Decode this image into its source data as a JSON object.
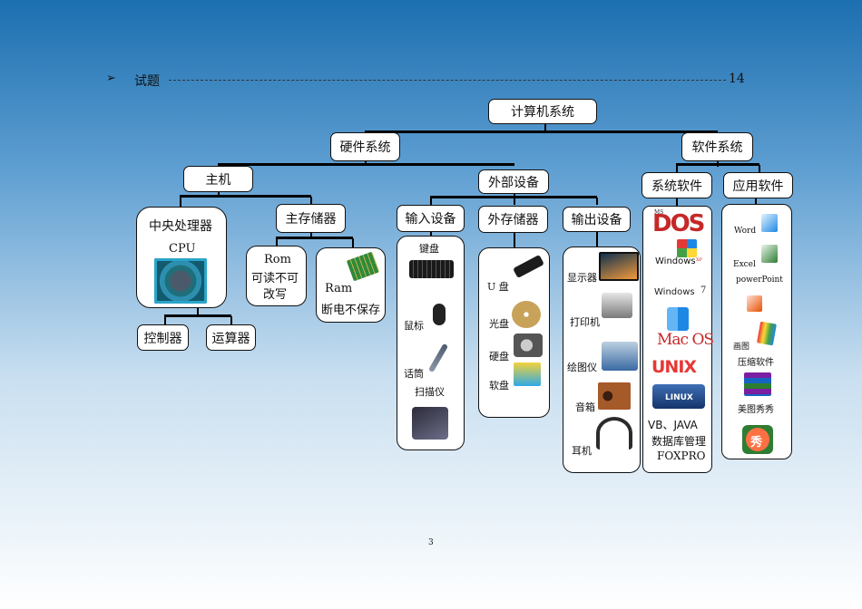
{
  "header": {
    "bullet": "➢",
    "label": "试题",
    "page_ref": "14"
  },
  "tree": {
    "root": "计算机系统",
    "hardware": "硬件系统",
    "software": "软件系统",
    "host": "主机",
    "peripherals": "外部设备",
    "system_software": "系统软件",
    "app_software": "应用软件",
    "cpu_box": {
      "title": "中央处理器",
      "sub": "CPU"
    },
    "main_memory": "主存储器",
    "controller": "控制器",
    "alu": "运算器",
    "rom": {
      "name": "Rom",
      "desc_1": "可读不可",
      "desc_2": "改写"
    },
    "ram": {
      "name": "Ram",
      "desc": "断电不保存"
    },
    "input_devices": {
      "title": "输入设备",
      "items": [
        "键盘",
        "鼠标",
        "话筒",
        "扫描仪"
      ]
    },
    "external_storage": {
      "title": "外存储器",
      "items": [
        "U 盘",
        "光盘",
        "硬盘",
        "软盘"
      ]
    },
    "output_devices": {
      "title": "输出设备",
      "items": [
        "显示器",
        "打印机",
        "绘图仪",
        "音箱",
        "耳机"
      ]
    },
    "system_list": {
      "logos": [
        "MS",
        "DOS",
        "Windows",
        "XP",
        "Windows",
        "7",
        "Mac OS",
        "UNIX",
        "LINUX"
      ],
      "text": [
        "VB、JAVA",
        "数据库管理",
        "FOXPRO"
      ]
    },
    "app_list": {
      "items": [
        "Word",
        "Excel",
        "powerPoint",
        "画图",
        "压缩软件",
        "美图秀秀"
      ],
      "logo_text": "秀"
    }
  },
  "footer": {
    "page_number": "3"
  }
}
